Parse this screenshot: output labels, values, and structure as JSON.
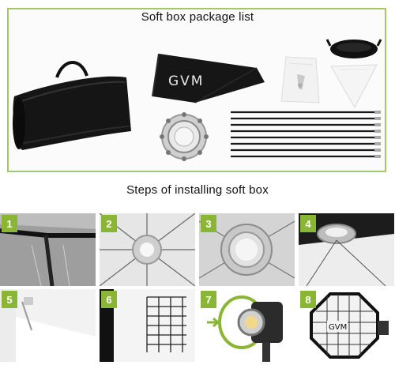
{
  "package_title": "Soft box package list",
  "steps_title": "Steps of installing soft box",
  "brand_logo": "GVM",
  "accent_color": "#8bb635",
  "border_color": "#a4c76a",
  "steps": [
    {
      "number": "1"
    },
    {
      "number": "2"
    },
    {
      "number": "3"
    },
    {
      "number": "4"
    },
    {
      "number": "5"
    },
    {
      "number": "6"
    },
    {
      "number": "7"
    },
    {
      "number": "8"
    }
  ]
}
